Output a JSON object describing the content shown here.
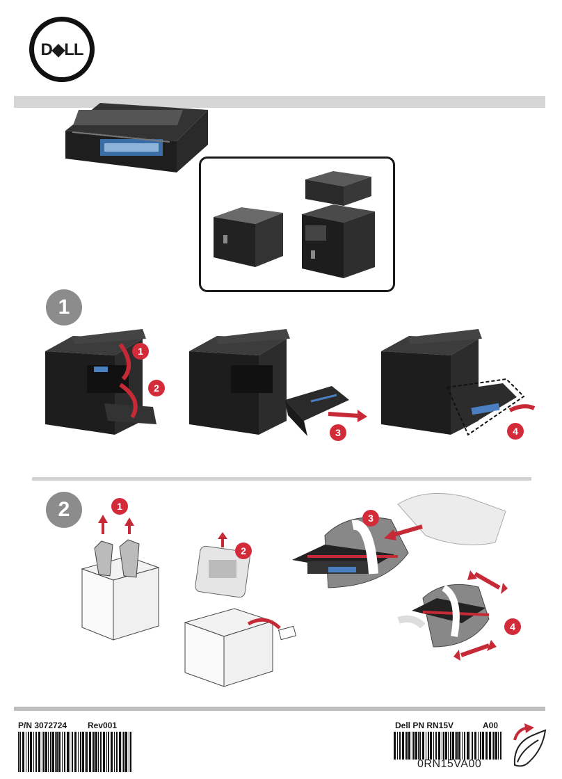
{
  "brand": {
    "logo_text": "D◆LL"
  },
  "steps": {
    "step1_label": "1",
    "step2_label": "2"
  },
  "callouts": {
    "s1_a": "1",
    "s1_b": "2",
    "s1_c": "3",
    "s1_d": "4",
    "s2_a": "1",
    "s2_b": "2",
    "s2_c": "3",
    "s2_d": "4"
  },
  "footer": {
    "part_number": "P/N 3072724",
    "revision": "Rev001",
    "dell_pn": "Dell PN RN15V",
    "dell_rev": "A00",
    "barcode_caption": "0RN15VA00"
  },
  "colors": {
    "accent_red": "#d42b3a",
    "badge_gray": "#8c8c8c",
    "rule_gray": "#d6d6d6"
  }
}
